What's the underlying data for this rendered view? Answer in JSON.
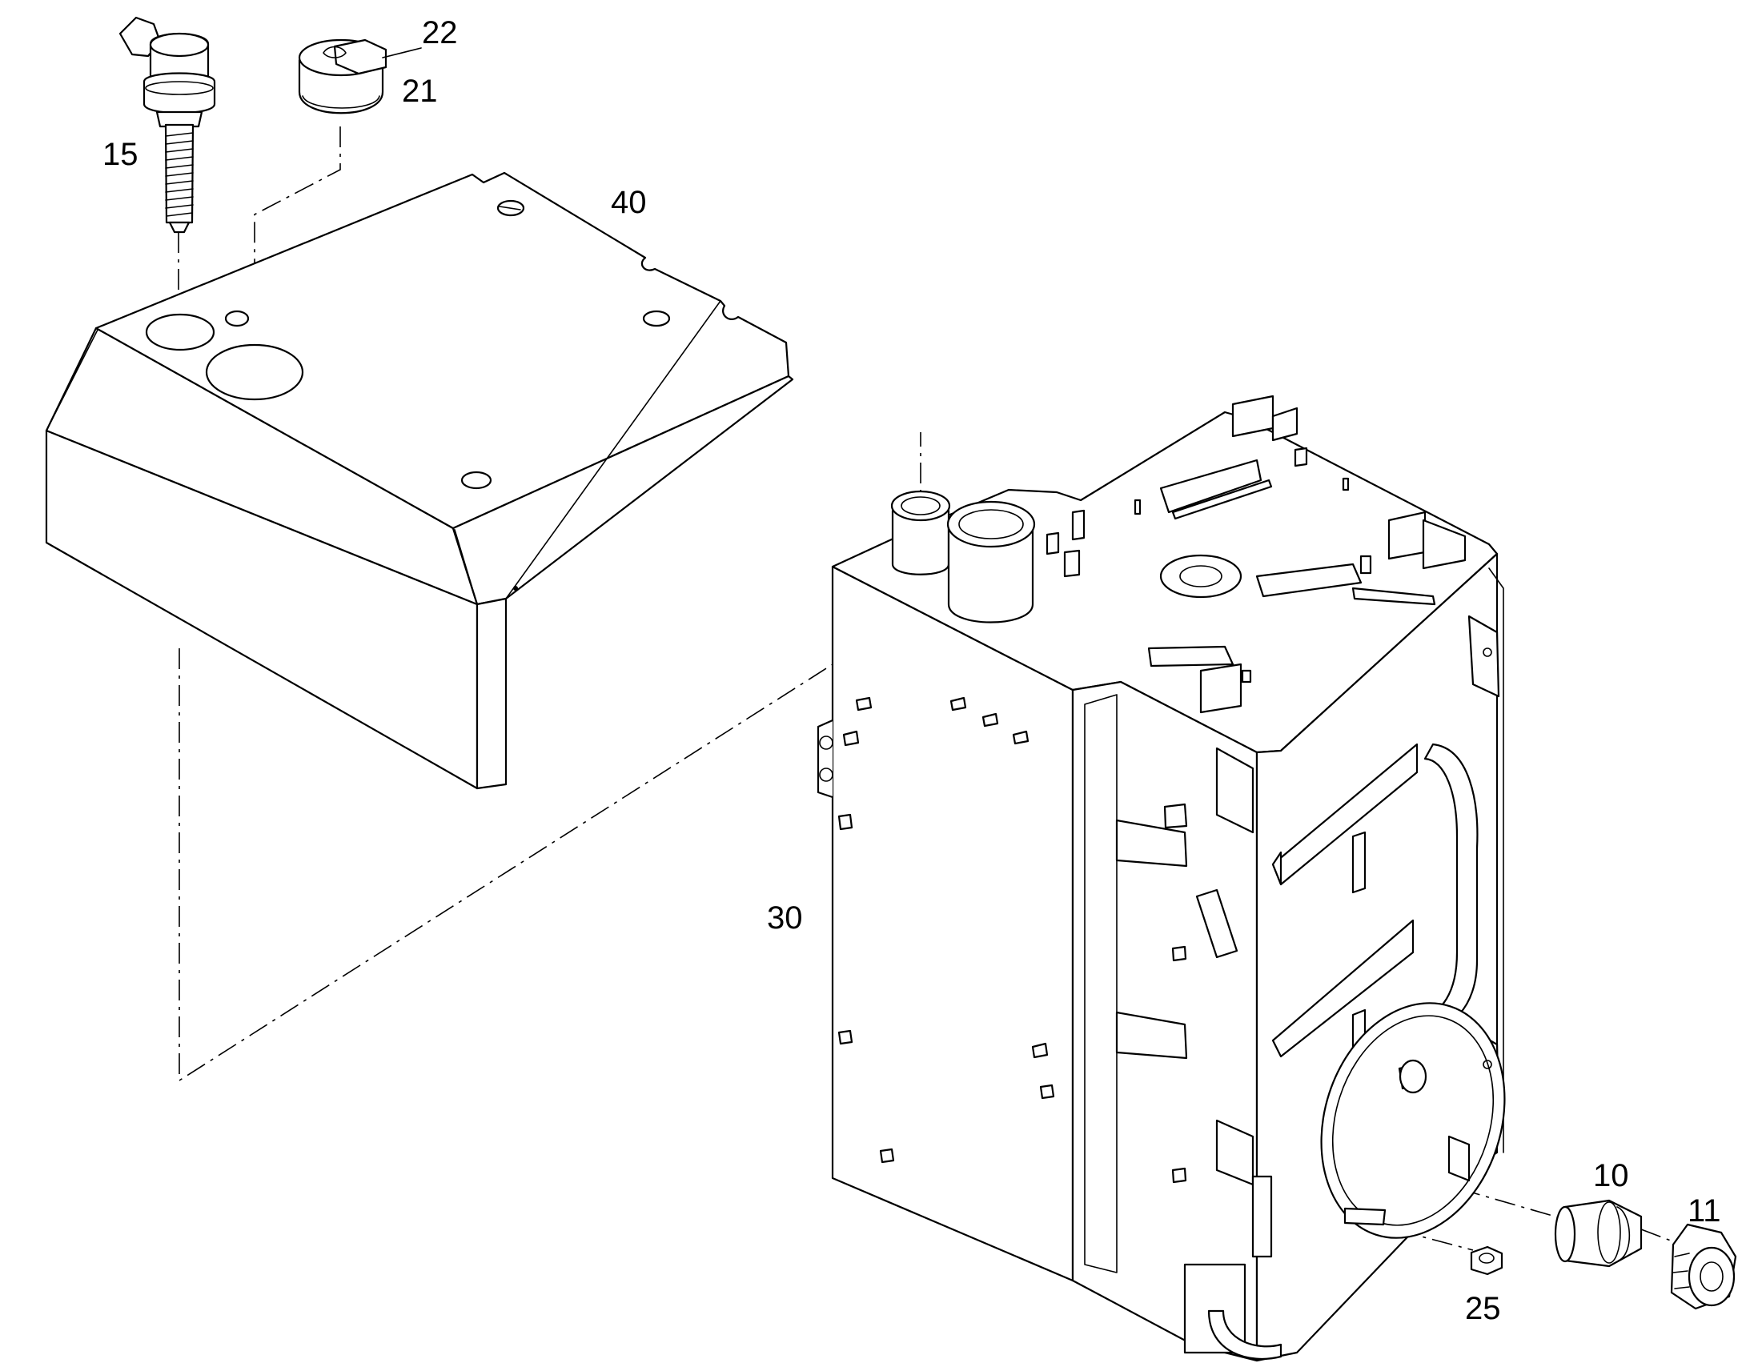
{
  "labels": {
    "p15": "15",
    "p21": "21",
    "p22": "22",
    "p40": "40",
    "p30": "30",
    "p10": "10",
    "p11": "11",
    "p25": "25"
  },
  "colors": {
    "line": "#000000",
    "background": "#ffffff"
  }
}
